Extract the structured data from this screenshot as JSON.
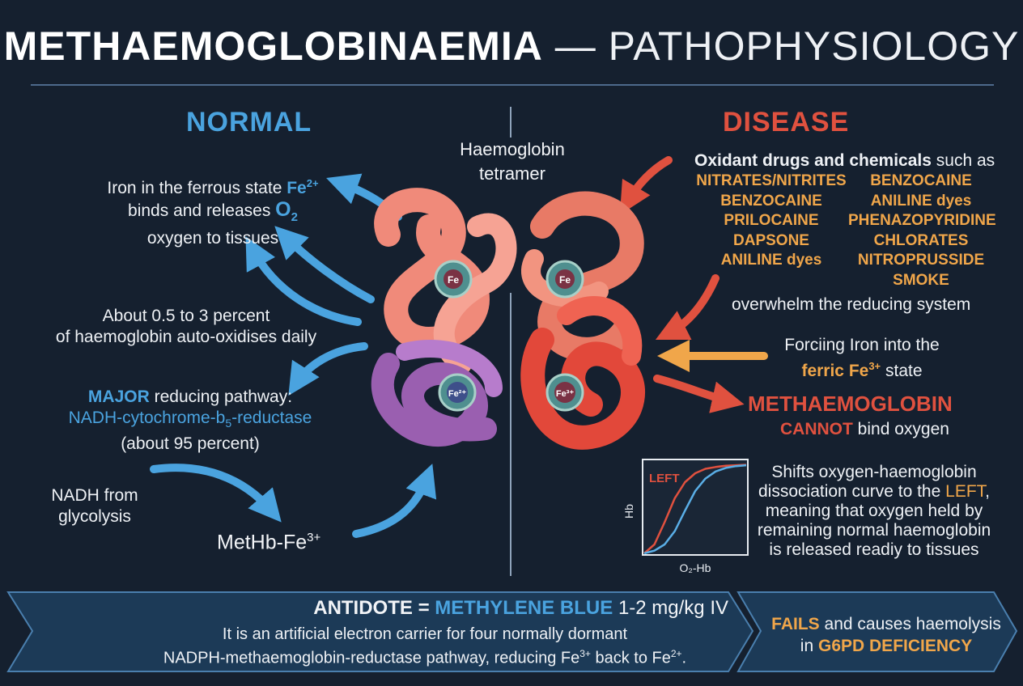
{
  "title": {
    "bold": "METHAEMOGLOBINAEMIA",
    "light": " — PATHOPHYSIOLOGY"
  },
  "normal": {
    "heading": "NORMAL",
    "ferrous_line1": "Iron in the ferrous state",
    "ferrous_symbol": "Fe",
    "ferrous_charge": "2+",
    "ferrous_line2": "binds and releases",
    "oxygen_symbol": "O",
    "oxygen_sub": "2",
    "ferrous_line3": "oxygen to tissues",
    "auto_line1": "About 0.5 to 3 percent",
    "auto_line2": "of haemoglobin auto-oxidises daily",
    "major_label": "MAJOR",
    "major_rest": "reducing pathway:",
    "enzyme_main": "NADH-cytochrome-b",
    "enzyme_sub": "5",
    "enzyme_tail": "-reductase",
    "percent": "(about 95 percent)",
    "nadh_line1": "NADH from",
    "nadh_line2": "glycolysis",
    "methb_main": "MetHb-Fe",
    "methb_sup": "3+"
  },
  "center": {
    "label_line1": "Haemoglobin",
    "label_line2": "tetramer",
    "hemes": [
      "Fe",
      "Fe",
      "Fe²⁺",
      "Fe³⁺"
    ]
  },
  "disease": {
    "heading": "DISEASE",
    "oxidant_bold": "Oxidant drugs and chemicals",
    "oxidant_rest": "such as",
    "drugs": [
      "NITRATES/NITRITES",
      "BENZOCAINE",
      "BENZOCAINE",
      "ANILINE dyes",
      "PRILOCAINE",
      "PHENAZOPYRIDINE",
      "DAPSONE",
      "CHLORATES",
      "ANILINE dyes",
      "NITROPRUSSIDE",
      "",
      "SMOKE"
    ],
    "overwhelm": "overwhelm the reducing system",
    "forcing_line1": "Forciing Iron into the",
    "forcing_bold": "ferric Fe",
    "forcing_sup": "3+",
    "forcing_rest": "state",
    "methb_heading": "METHAEMOGLOBIN",
    "cannot": "CANNOT",
    "cannot_rest": "bind oxygen",
    "shift_line1": "Shifts oxygen-haemoglobin",
    "shift_line2a": "dissociation curve to the",
    "shift_left": "LEFT",
    "shift_line2b": ",",
    "shift_line3": "meaning that oxygen held by",
    "shift_line4": "remaining normal haemoglobin",
    "shift_line5": "is released readiy to tissues"
  },
  "chart_data": {
    "type": "line",
    "xlabel": "O₂-Hb",
    "ylabel": "Hb",
    "annotations": [
      "LEFT"
    ],
    "series": [
      {
        "color": "#e0513f",
        "x": [
          0,
          1,
          2,
          3,
          4,
          5,
          6,
          7,
          8,
          9,
          10
        ],
        "y": [
          0,
          0.1,
          0.35,
          0.62,
          0.8,
          0.9,
          0.95,
          0.97,
          0.985,
          0.99,
          0.995
        ]
      },
      {
        "color": "#5aaee6",
        "x": [
          0,
          1,
          2,
          3,
          4,
          5,
          6,
          7,
          8,
          9,
          10
        ],
        "y": [
          0,
          0.03,
          0.1,
          0.25,
          0.48,
          0.7,
          0.84,
          0.92,
          0.96,
          0.98,
          0.99
        ]
      }
    ],
    "xlim": [
      0,
      10
    ],
    "ylim": [
      0,
      1
    ]
  },
  "antidote": {
    "label": "ANTIDOTE =",
    "drug": "METHYLENE BLUE",
    "dose": "1-2 mg/kg IV",
    "line1": "It is an artificial electron carrier for four normally dormant",
    "line2a": "NADPH-methaemoglobin-reductase pathway, reducing Fe",
    "line2sup1": "3+",
    "line2b": " back to Fe",
    "line2sup2": "2+",
    "line2c": ".",
    "fails_bold": "FAILS",
    "fails_rest": "and causes haemolysis",
    "fails_line2a": "in",
    "fails_g6pd": "G6PD DEFICIENCY"
  },
  "colors": {
    "background": "#15202f",
    "normal": "#4aa3df",
    "disease": "#e0513f",
    "drug": "#f0a64a",
    "purple": "#9a5fb0",
    "salmon": "#f08a7a"
  }
}
